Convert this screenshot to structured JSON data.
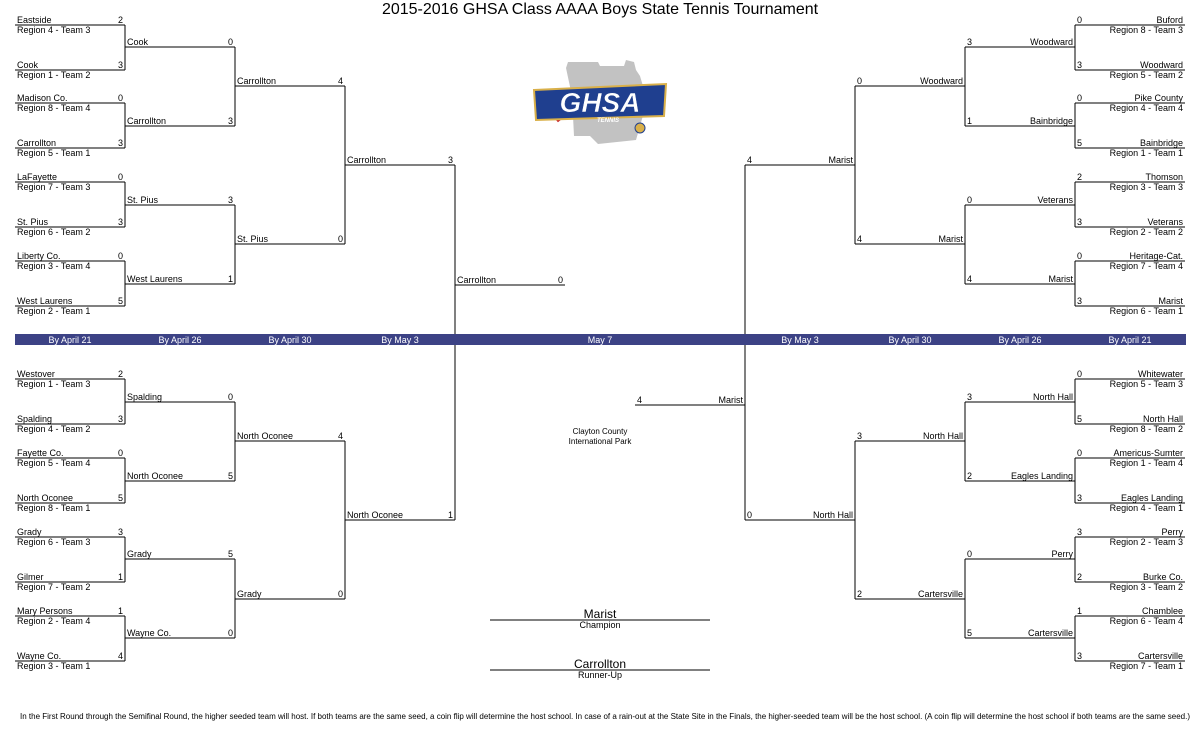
{
  "title": "2015-2016 GHSA Class AAAA Boys State Tennis Tournament",
  "logo": {
    "icon": "ghsa-tennis-logo",
    "text": "GHSA",
    "subtext": "TENNIS",
    "colors": {
      "blue": "#1f3f8f",
      "red": "#c8202a",
      "gold": "#d9b04a",
      "gray": "#9a9a9a"
    }
  },
  "rounds_bar": {
    "color": "#3c4285",
    "labels": [
      "By April 21",
      "By April 26",
      "By April 30",
      "By May 3",
      "May 7",
      "By May 3",
      "By April 30",
      "By April 26",
      "By April 21"
    ]
  },
  "venue": [
    "Clayton County",
    "International Park"
  ],
  "champion": {
    "name": "Marist",
    "label": "Champion"
  },
  "runner_up": {
    "name": "Carrollton",
    "label": "Runner-Up"
  },
  "footnote": "In the First Round through the Semifinal Round, the higher seeded team will host. If both teams are the same seed, a coin flip will determine the host school. In case of a rain-out at the State Site in the Finals, the higher-seeded team will be the host school.  (A coin flip will determine the host school if both teams are the same seed.)",
  "left": {
    "r1": [
      {
        "team": "Eastside",
        "seed": "Region 4 - Team 3",
        "score": "2"
      },
      {
        "team": "Cook",
        "seed": "Region 1 - Team 2",
        "score": "3"
      },
      {
        "team": "Madison Co.",
        "seed": "Region 8 - Team 4",
        "score": "0"
      },
      {
        "team": "Carrollton",
        "seed": "Region 5 - Team 1",
        "score": "3"
      },
      {
        "team": "LaFayette",
        "seed": "Region 7 - Team 3",
        "score": "0"
      },
      {
        "team": "St. Pius",
        "seed": "Region 6 - Team 2",
        "score": "3"
      },
      {
        "team": "Liberty Co.",
        "seed": "Region 3 - Team 4",
        "score": "0"
      },
      {
        "team": "West Laurens",
        "seed": "Region 2 - Team 1",
        "score": "5"
      },
      {
        "team": "Westover",
        "seed": "Region 1 - Team 3",
        "score": "2"
      },
      {
        "team": "Spalding",
        "seed": "Region 4 - Team 2",
        "score": "3"
      },
      {
        "team": "Fayette Co.",
        "seed": "Region 5 - Team 4",
        "score": "0"
      },
      {
        "team": "North Oconee",
        "seed": "Region 8 - Team 1",
        "score": "5"
      },
      {
        "team": "Grady",
        "seed": "Region 6 - Team 3",
        "score": "3"
      },
      {
        "team": "Gilmer",
        "seed": "Region 7 - Team 2",
        "score": "1"
      },
      {
        "team": "Mary Persons",
        "seed": "Region 2 - Team 4",
        "score": "1"
      },
      {
        "team": "Wayne Co.",
        "seed": "Region 3 - Team 1",
        "score": "4"
      }
    ],
    "r2": [
      {
        "team": "Cook",
        "score": "0"
      },
      {
        "team": "Carrollton",
        "score": "3"
      },
      {
        "team": "St. Pius",
        "score": "3"
      },
      {
        "team": "West Laurens",
        "score": "1"
      },
      {
        "team": "Spalding",
        "score": "0"
      },
      {
        "team": "North Oconee",
        "score": "5"
      },
      {
        "team": "Grady",
        "score": "5"
      },
      {
        "team": "Wayne Co.",
        "score": "0"
      }
    ],
    "r3": [
      {
        "team": "Carrollton",
        "score": "4"
      },
      {
        "team": "St. Pius",
        "score": "0"
      },
      {
        "team": "North Oconee",
        "score": "4"
      },
      {
        "team": "Grady",
        "score": "0"
      }
    ],
    "r4": [
      {
        "team": "Carrollton",
        "score": "3"
      },
      {
        "team": "North Oconee",
        "score": "1"
      }
    ],
    "final": {
      "team": "Carrollton",
      "score": "0"
    }
  },
  "right": {
    "r1": [
      {
        "team": "Buford",
        "seed": "Region 8 - Team 3",
        "score": "0"
      },
      {
        "team": "Woodward",
        "seed": "Region 5 - Team 2",
        "score": "3"
      },
      {
        "team": "Pike County",
        "seed": "Region 4 - Team 4",
        "score": "0"
      },
      {
        "team": "Bainbridge",
        "seed": "Region 1 - Team 1",
        "score": "5"
      },
      {
        "team": "Thomson",
        "seed": "Region 3 - Team 3",
        "score": "2"
      },
      {
        "team": "Veterans",
        "seed": "Region 2 - Team 2",
        "score": "3"
      },
      {
        "team": "Heritage-Cat.",
        "seed": "Region 7 - Team 4",
        "score": "0"
      },
      {
        "team": "Marist",
        "seed": "Region 6 - Team 1",
        "score": "3"
      },
      {
        "team": "Whitewater",
        "seed": "Region 5 - Team 3",
        "score": "0"
      },
      {
        "team": "North Hall",
        "seed": "Region 8 - Team 2",
        "score": "5"
      },
      {
        "team": "Americus-Sumter",
        "seed": "Region 1 - Team 4",
        "score": "0"
      },
      {
        "team": "Eagles Landing",
        "seed": "Region 4 - Team 1",
        "score": "3"
      },
      {
        "team": "Perry",
        "seed": "Region 2 - Team 3",
        "score": "3"
      },
      {
        "team": "Burke Co.",
        "seed": "Region 3 - Team 2",
        "score": "2"
      },
      {
        "team": "Chamblee",
        "seed": "Region 6 - Team 4",
        "score": "1"
      },
      {
        "team": "Cartersville",
        "seed": "Region 7 - Team 1",
        "score": "3"
      }
    ],
    "r2": [
      {
        "team": "Woodward",
        "score": "3"
      },
      {
        "team": "Bainbridge",
        "score": "1"
      },
      {
        "team": "Veterans",
        "score": "0"
      },
      {
        "team": "Marist",
        "score": "4"
      },
      {
        "team": "North Hall",
        "score": "3"
      },
      {
        "team": "Eagles Landing",
        "score": "2"
      },
      {
        "team": "Perry",
        "score": "0"
      },
      {
        "team": "Cartersville",
        "score": "5"
      }
    ],
    "r3": [
      {
        "team": "Woodward",
        "score": "0"
      },
      {
        "team": "Marist",
        "score": "4"
      },
      {
        "team": "North Hall",
        "score": "3"
      },
      {
        "team": "Cartersville",
        "score": "2"
      }
    ],
    "r4": [
      {
        "team": "Marist",
        "score": "4"
      },
      {
        "team": "North Hall",
        "score": "0"
      }
    ],
    "final": {
      "team": "Marist",
      "score": "4"
    }
  }
}
